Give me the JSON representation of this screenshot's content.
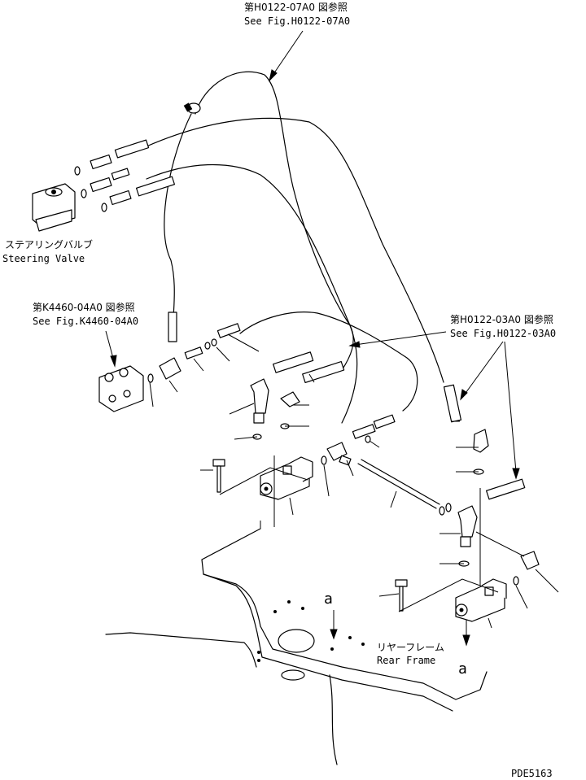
{
  "refs": {
    "top": {
      "jp": "第H0122-07A0 図参照",
      "en": "See Fig.H0122-07A0"
    },
    "left": {
      "jp": "第K4460-04A0 図参照",
      "en": "See Fig.K4460-04A0"
    },
    "right": {
      "jp": "第H0122-03A0 図参照",
      "en": "See Fig.H0122-03A0"
    }
  },
  "labels": {
    "steering_jp": "ステアリングバルブ",
    "steering_en": "Steering Valve",
    "rear_frame_jp": "リヤーフレーム",
    "rear_frame_en": "Rear Frame",
    "view_a_1": "a",
    "view_a_2": "a"
  },
  "figure_code": "PDE5163"
}
